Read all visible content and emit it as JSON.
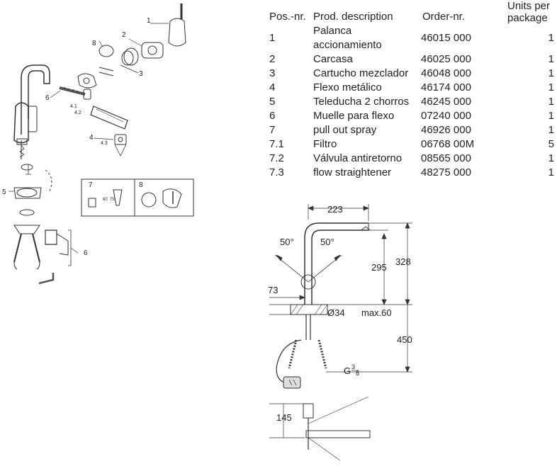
{
  "parts_table": {
    "headers": {
      "pos": "Pos.-nr.",
      "description": "Prod. description",
      "order": "Order-nr.",
      "units_line1": "Units per",
      "units_line2": "package"
    },
    "rows": [
      {
        "pos": "1",
        "description_line1": "Palanca",
        "description_line2": "accionamiento",
        "order": "46015 000",
        "units": "1"
      },
      {
        "pos": "2",
        "description_line1": "Carcasa",
        "description_line2": "",
        "order": "46025 000",
        "units": "1"
      },
      {
        "pos": "3",
        "description_line1": "Cartucho mezclador",
        "description_line2": "",
        "order": "46048 000",
        "units": "1"
      },
      {
        "pos": "4",
        "description_line1": "Flexo metálico",
        "description_line2": "",
        "order": "46174 000",
        "units": "1"
      },
      {
        "pos": "5",
        "description_line1": "Teleducha 2 chorros",
        "description_line2": "",
        "order": "46245 000",
        "units": "1"
      },
      {
        "pos": "6",
        "description_line1": "Muelle para flexo",
        "description_line2": "",
        "order": "07240 000",
        "units": "1"
      },
      {
        "pos": "7",
        "description_line1": "pull out spray",
        "description_line2": "",
        "order": "46926 000",
        "units": "1"
      },
      {
        "pos": "7.1",
        "description_line1": "Filtro",
        "description_line2": "",
        "order": "06768 00M",
        "units": "5"
      },
      {
        "pos": "7.2",
        "description_line1": "Válvula antiretorno",
        "description_line2": "",
        "order": "08565 000",
        "units": "1"
      },
      {
        "pos": "7.3",
        "description_line1": "flow straightener",
        "description_line2": "",
        "order": "48275 000",
        "units": "1"
      }
    ]
  },
  "exploded_view": {
    "callouts": [
      "1",
      "2",
      "3",
      "4",
      "4.1",
      "4.2",
      "4.3",
      "5",
      "6",
      "6",
      "7",
      "8",
      "8"
    ],
    "inset_numbers": [
      "60",
      "75"
    ]
  },
  "dimension_drawing": {
    "spout_reach": "223",
    "swivel_angle_left": "50°",
    "swivel_angle_right": "50°",
    "spout_height": "295",
    "overall_height": "328",
    "base_offset": "73",
    "hole_diameter": "Ø34",
    "max_deck": "max.60",
    "below_deck": "450",
    "connection_thread": "G",
    "connection_thread_num": "3",
    "connection_thread_den": "8",
    "top_view_dim": "145"
  },
  "colors": {
    "line": "#333333",
    "text": "#222222",
    "hatch": "#555555"
  }
}
